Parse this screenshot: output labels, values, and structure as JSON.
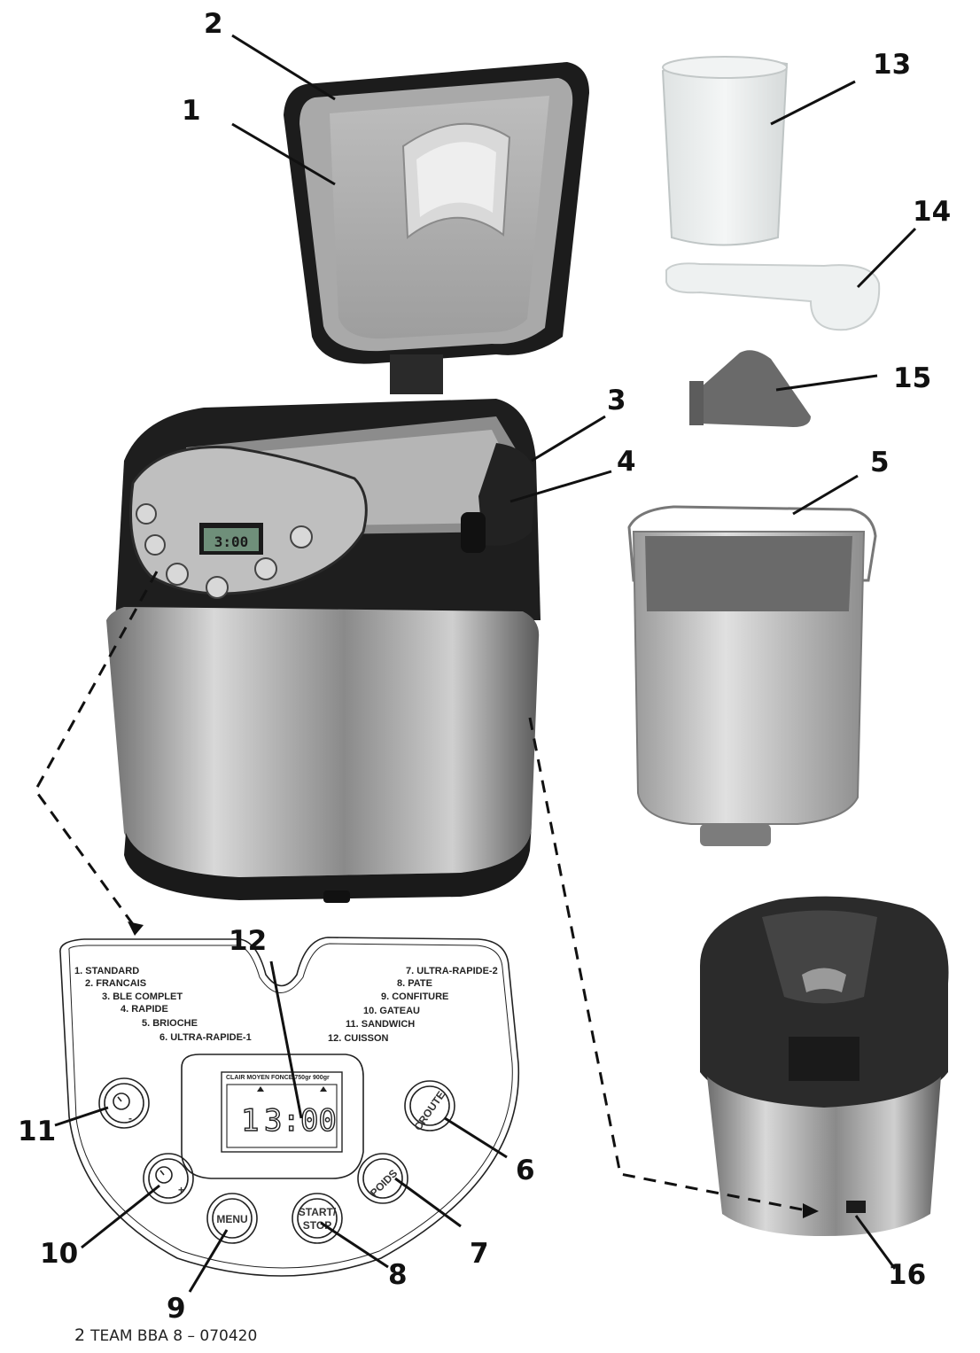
{
  "callouts": {
    "n1": "1",
    "n2": "2",
    "n3": "3",
    "n4": "4",
    "n5": "5",
    "n6": "6",
    "n7": "7",
    "n8": "8",
    "n9": "9",
    "n10": "10",
    "n11": "11",
    "n12": "12",
    "n13": "13",
    "n14": "14",
    "n15": "15",
    "n16": "16"
  },
  "programs_left": [
    "1. STANDARD",
    "2. FRANCAIS",
    "3. BLE COMPLET",
    "4. RAPIDE",
    "5. BRIOCHE",
    "6. ULTRA-RAPIDE-1"
  ],
  "programs_right": [
    "7. ULTRA-RAPIDE-2",
    "8. PATE",
    "9. CONFITURE",
    "10. GATEAU",
    "11. SANDWICH",
    "12. CUISSON"
  ],
  "lcd": {
    "header": "CLAIR MOYEN FONCE 750gr 900gr",
    "program": "1",
    "time": "3:00",
    "photo_time": "3:00"
  },
  "buttons": {
    "croute": "CROUTE",
    "poids": "POIDS",
    "start": "START/",
    "stop": "STOP",
    "menu": "MENU",
    "plus": "+",
    "minus": "-"
  },
  "footer": {
    "page": "2",
    "text": "TEAM BBA 8 – 070420"
  }
}
